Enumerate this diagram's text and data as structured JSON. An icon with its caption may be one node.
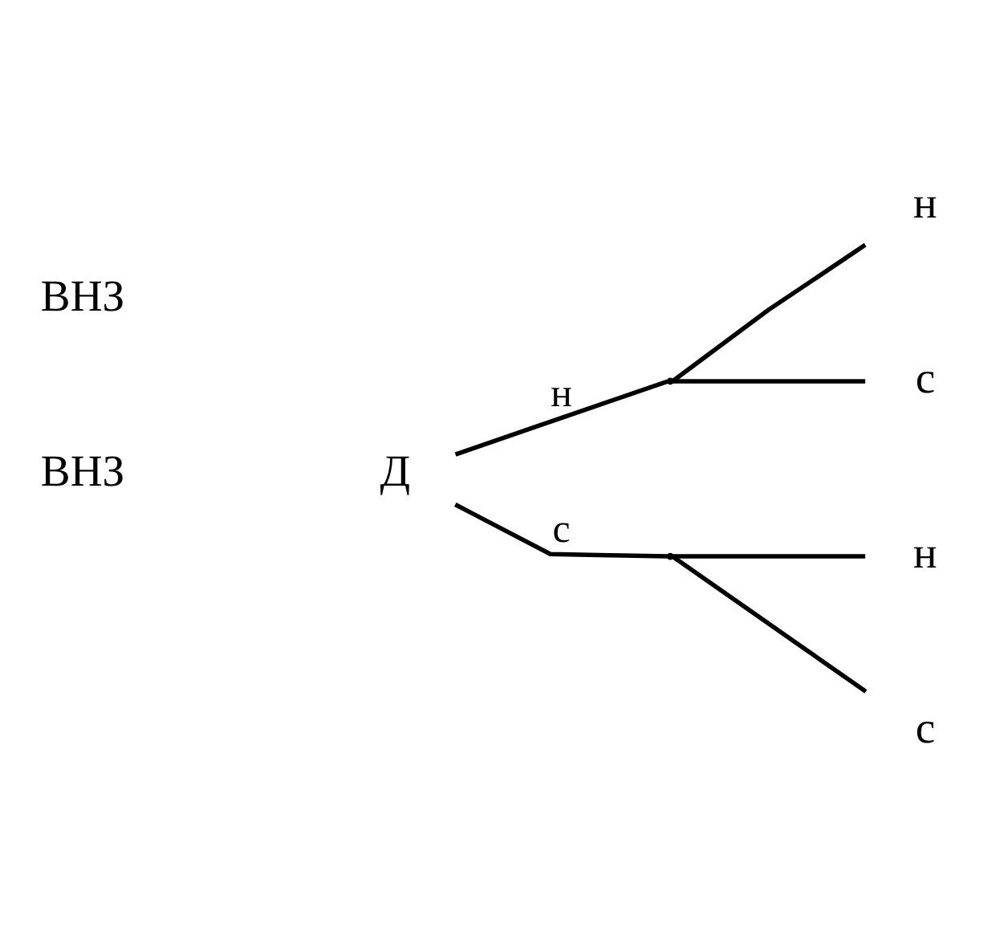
{
  "diagram": {
    "nodes": [
      {
        "text": [
          "Д"
        ]
      },
      {
        "text": [],
        "shape": "point"
      },
      {
        "text": [],
        "shape": "point"
      },
      {
        "text": [
          "н"
        ]
      },
      {
        "text": [
          "с"
        ]
      },
      {
        "text": [
          "н"
        ]
      },
      {
        "text": [
          "с"
        ]
      }
    ],
    "edges": [
      {
        "from": 0,
        "to": 1,
        "arrow": "none",
        "label": "н"
      },
      {
        "from": 0,
        "to": 2,
        "arrow": "none",
        "label": "с"
      },
      {
        "from": 1,
        "to": 3,
        "arrow": "none"
      },
      {
        "from": 1,
        "to": 4,
        "arrow": "none"
      },
      {
        "from": 2,
        "to": 5,
        "arrow": "none"
      },
      {
        "from": 2,
        "to": 6,
        "arrow": "none"
      }
    ],
    "labels": [
      "ВНЗ",
      "ВНЗ"
    ]
  }
}
